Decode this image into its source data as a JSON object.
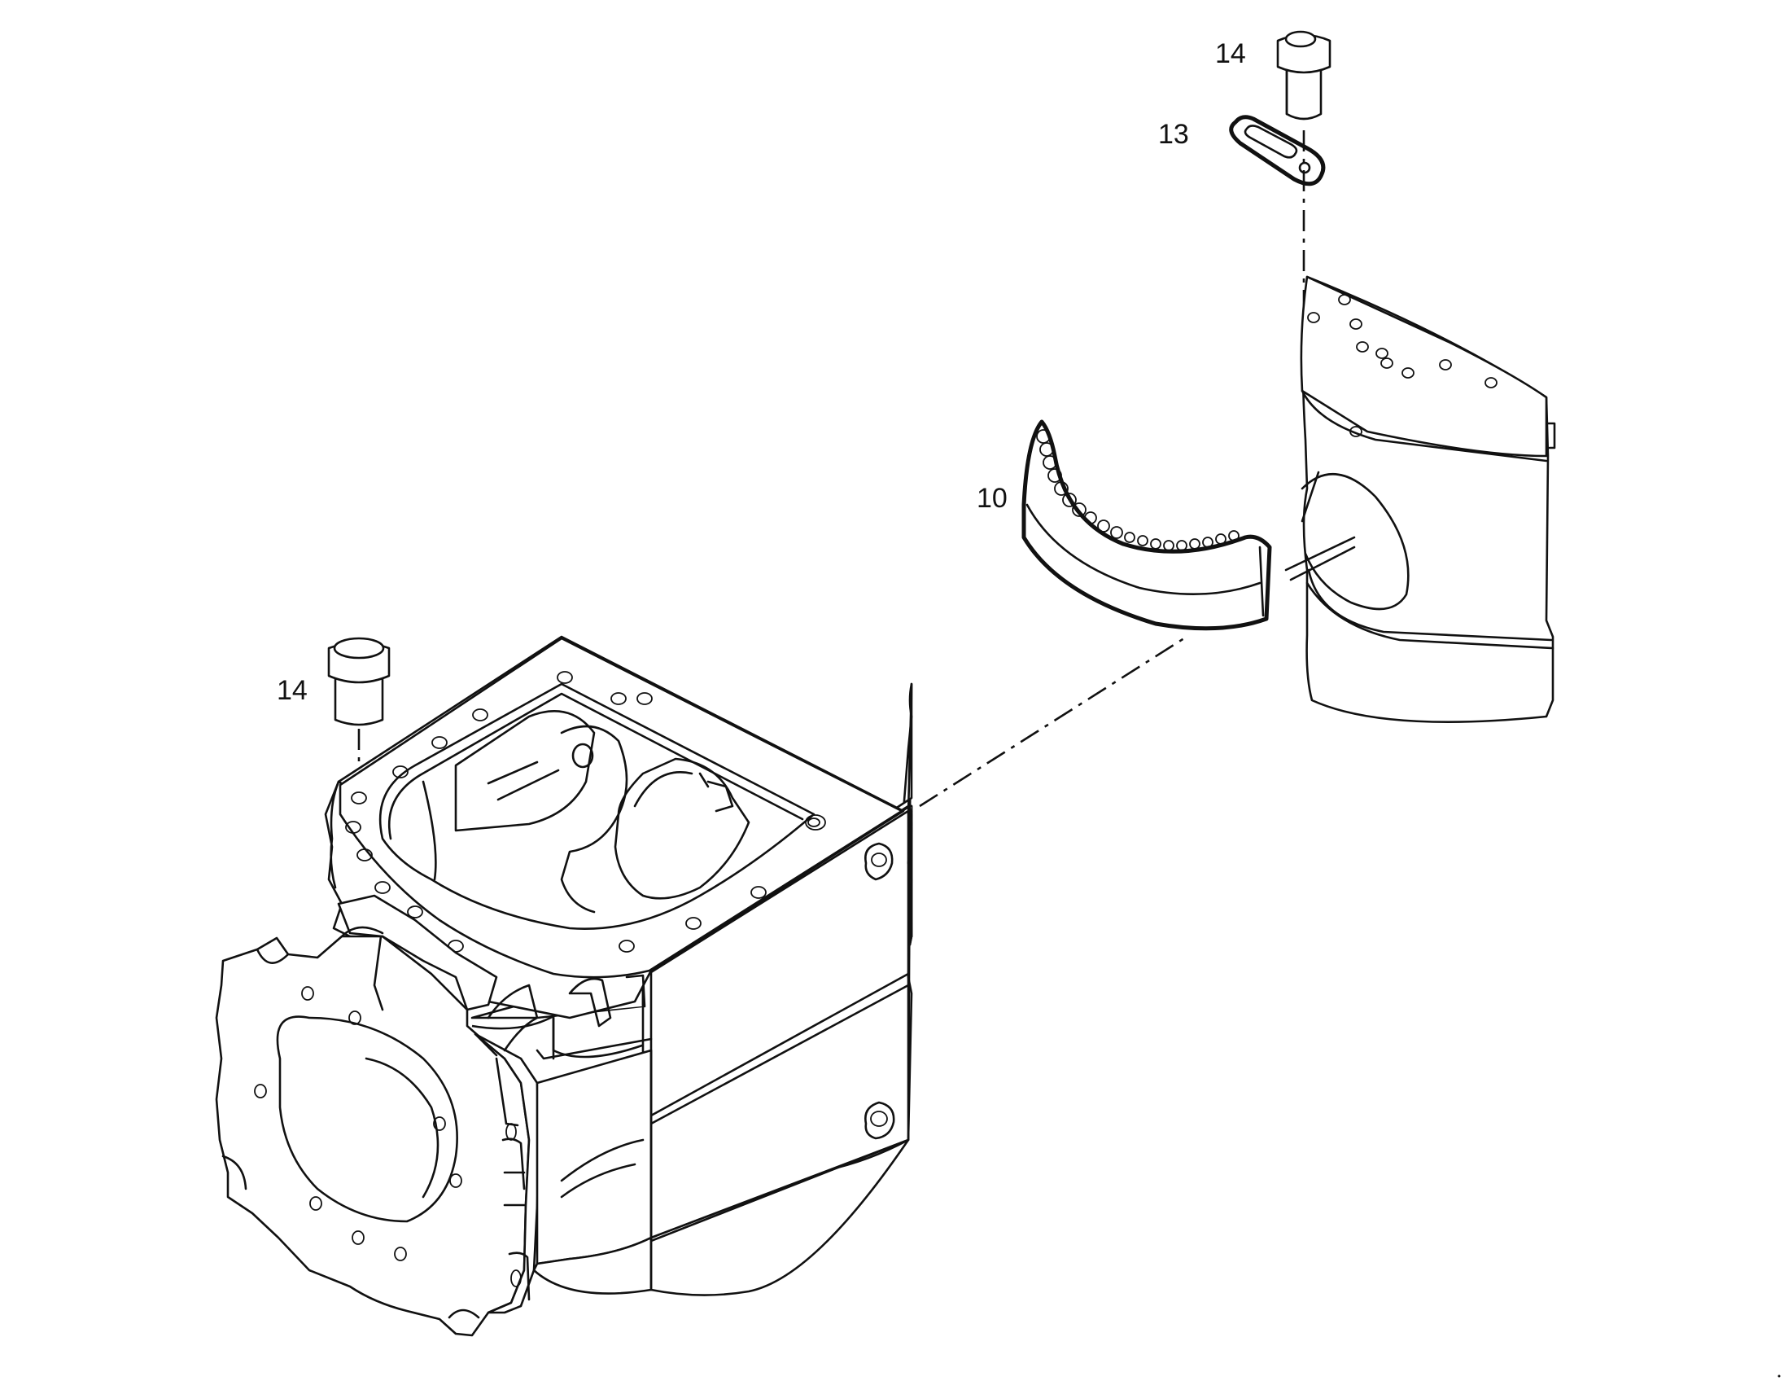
{
  "callouts": [
    {
      "id": "screw-top",
      "text": "14"
    },
    {
      "id": "lock-plate",
      "text": "13"
    },
    {
      "id": "brake-lining",
      "text": "10"
    },
    {
      "id": "screw-left",
      "text": "14"
    }
  ],
  "colors": {
    "line": "#111111",
    "background": "#ffffff"
  }
}
